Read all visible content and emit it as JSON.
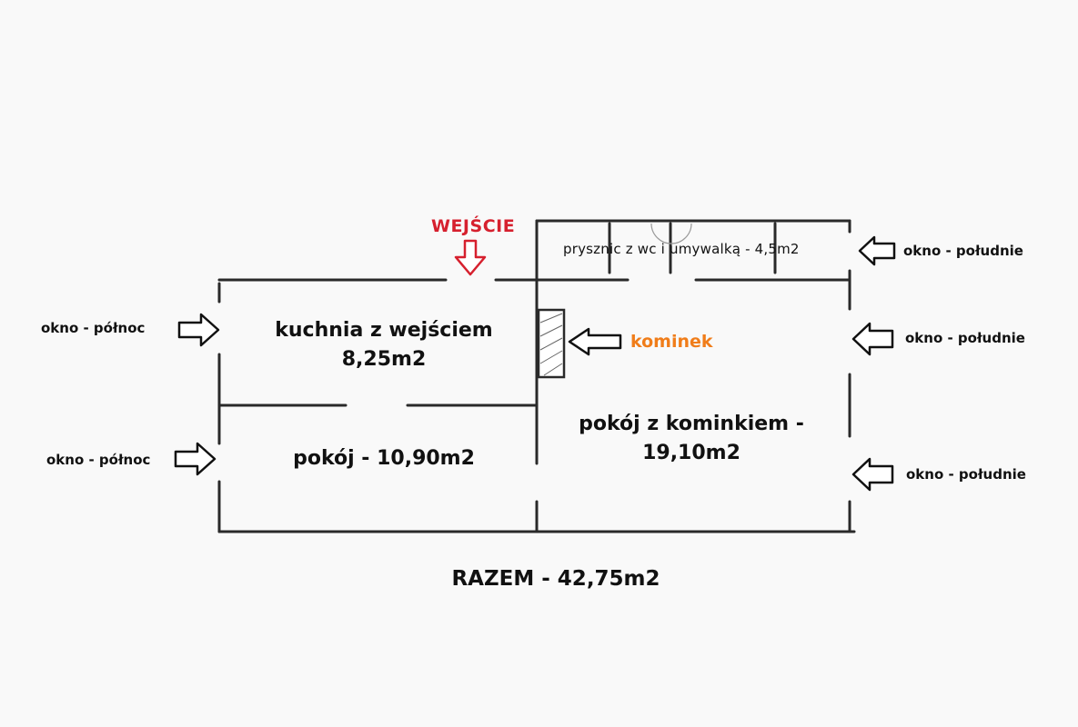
{
  "entrance_label": "WEJŚCIE",
  "fireplace_label": "kominek",
  "total_label": "RAZEM - 42,75m2",
  "rooms": {
    "kitchen": {
      "line1": "kuchnia z wejściem",
      "line2": "8,25m2"
    },
    "room": {
      "label": "pokój - 10,90m2"
    },
    "living": {
      "line1": "pokój z kominkiem -",
      "line2": "19,10m2"
    },
    "bathroom": {
      "label": "prysznic z wc i umywalką - 4,5m2"
    }
  },
  "windows": {
    "north_1": "okno - północ",
    "north_2": "okno - północ",
    "south_1": "okno - południe",
    "south_2": "okno - południe",
    "south_3": "okno - południe"
  },
  "colors": {
    "entrance": "#d6202e",
    "fireplace": "#f07d1a",
    "walls": "#2a2a2a"
  }
}
